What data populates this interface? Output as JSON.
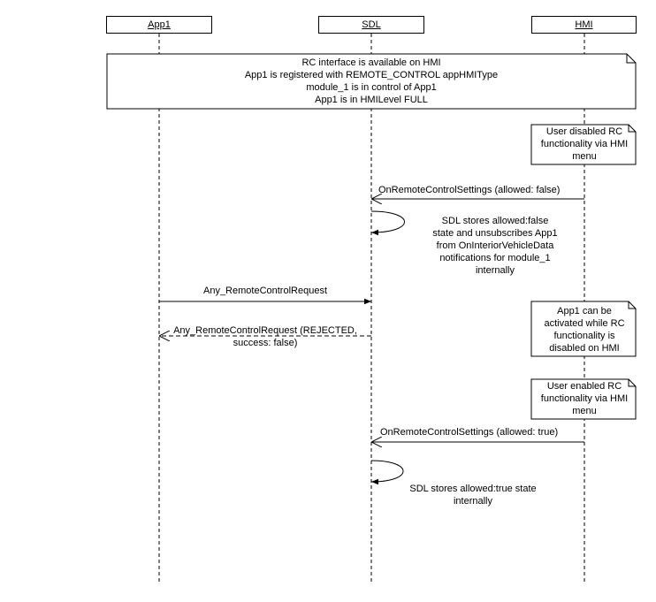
{
  "actors": [
    {
      "id": "app1",
      "label": "App1"
    },
    {
      "id": "sdl",
      "label": "SDL"
    },
    {
      "id": "hmi",
      "label": "HMI"
    }
  ],
  "notes": {
    "top": "RC interface is available on HMI\nApp1 is registered with REMOTE_CONTROL appHMIType\nmodule_1 is in control of App1\nApp1 is in HMILevel FULL",
    "user_disabled": "User disabled RC\nfunctionality via HMI\nmenu",
    "app1_can_be_activated": "App1 can be\nactivated while RC\nfunctionality is\ndisabled on HMI",
    "user_enabled": "User enabled RC\nfunctionality via HMI\nmenu"
  },
  "messages": {
    "on_rc_settings_false": "OnRemoteControlSettings (allowed: false)",
    "sdl_stores_false": "SDL stores allowed:false\nstate and  unsubscribes App1\nfrom OnInteriorVehicleData\nnotifications for module_1\ninternally",
    "any_rc_request": "Any_RemoteControlRequest",
    "any_rc_response": "Any_RemoteControlRequest (REJECTED,\nsuccess: false)",
    "on_rc_settings_true": "OnRemoteControlSettings (allowed: true)",
    "sdl_stores_true": "SDL stores allowed:true state\ninternally"
  }
}
